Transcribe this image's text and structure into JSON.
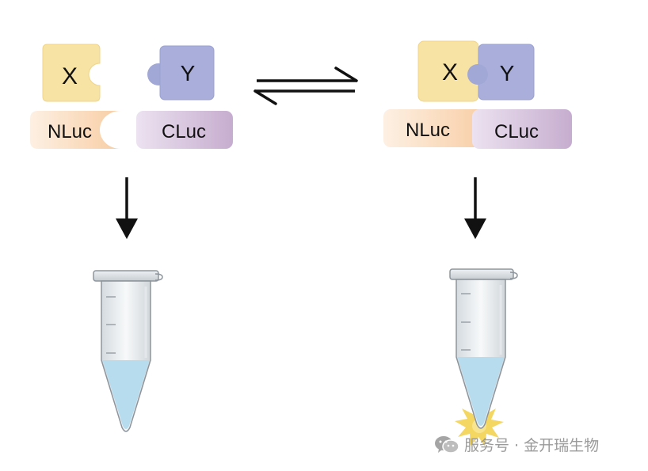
{
  "left_state": {
    "protein_x": "X",
    "protein_y": "Y",
    "fragment_n": "NLuc",
    "fragment_c": "CLuc"
  },
  "right_state": {
    "protein_x": "X",
    "protein_y": "Y",
    "fragment_n": "NLuc",
    "fragment_c": "CLuc"
  },
  "watermark": {
    "icon": "wechat-icon",
    "text": "服务号 · 金开瑞生物"
  },
  "colors": {
    "protein_x": "#f7e3a3",
    "protein_y": "#a9aedb",
    "nluc_light": "#fdf0e3",
    "nluc_dark": "#f8cda4",
    "cluc_light": "#e8dcee",
    "cluc_dark": "#c8b1d0",
    "liquid": "#b7dcee",
    "glow": "#f3d45a"
  }
}
